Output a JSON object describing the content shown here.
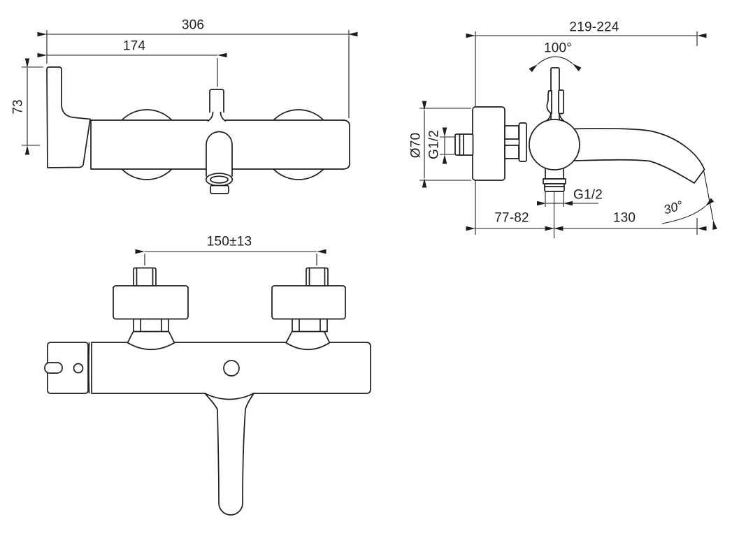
{
  "background": "#ffffff",
  "line_color": "#1d1d1d",
  "views": {
    "front": {
      "overall_width": "306",
      "diverter_offset": "174",
      "lever_height": "73"
    },
    "side": {
      "depth_range": "219-224",
      "lever_swing_angle": "100°",
      "escutcheon_diameter": "Ø70",
      "inlet_thread": "G1/2",
      "outlet_thread": "G1/2",
      "wall_to_outlet": "77-82",
      "outlet_to_spout_tip": "130",
      "spout_angle": "30°"
    },
    "rear": {
      "connection_spacing": "150±13"
    }
  }
}
